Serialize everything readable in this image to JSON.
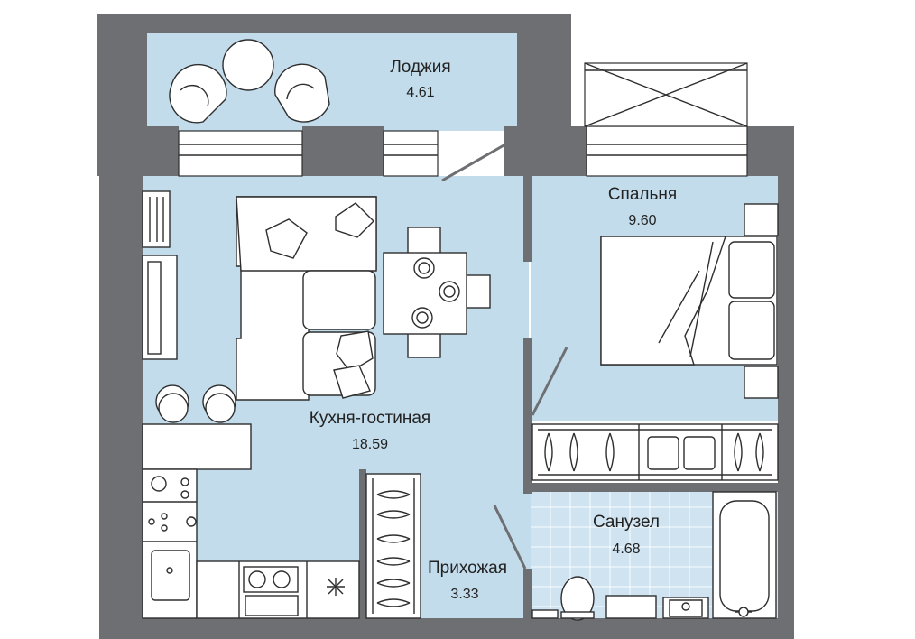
{
  "plan": {
    "rooms": [
      {
        "id": "loggia",
        "name": "Лоджия",
        "area": "4.61"
      },
      {
        "id": "bedroom",
        "name": "Спальня",
        "area": "9.60"
      },
      {
        "id": "kitchen-living",
        "name": "Кухня-гостиная",
        "area": "18.59"
      },
      {
        "id": "bathroom",
        "name": "Санузел",
        "area": "4.68"
      },
      {
        "id": "hallway",
        "name": "Прихожая",
        "area": "3.33"
      }
    ],
    "colors": {
      "wall": "#6e6f73",
      "room": "#c2dceb",
      "bathroom": "#cfe3f1",
      "furniture": "#ffffff"
    }
  }
}
